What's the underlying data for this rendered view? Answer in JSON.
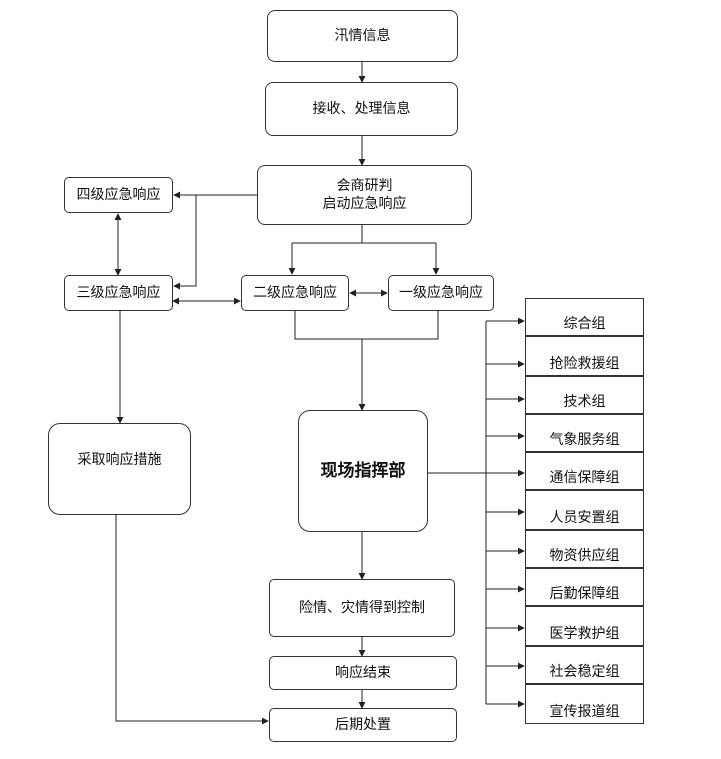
{
  "nodes": {
    "info": "汛情信息",
    "receive": "接收、处理信息",
    "consult_1": "会商研判",
    "consult_2": "启动应急响应",
    "level4": "四级应急响应",
    "level3": "三级应急响应",
    "level2": "二级应急响应",
    "level1": "一级应急响应",
    "measures": "采取响应措施",
    "command": "现场指挥部",
    "controlled": "险情、灾情得到控制",
    "end": "响应结束",
    "aftermath": "后期处置"
  },
  "groups": [
    "综合组",
    "抢险救援组",
    "技术组",
    "气象服务组",
    "通信保障组",
    "人员安置组",
    "物资供应组",
    "后勤保障组",
    "医学救护组",
    "社会稳定组",
    "宣传报道组"
  ]
}
